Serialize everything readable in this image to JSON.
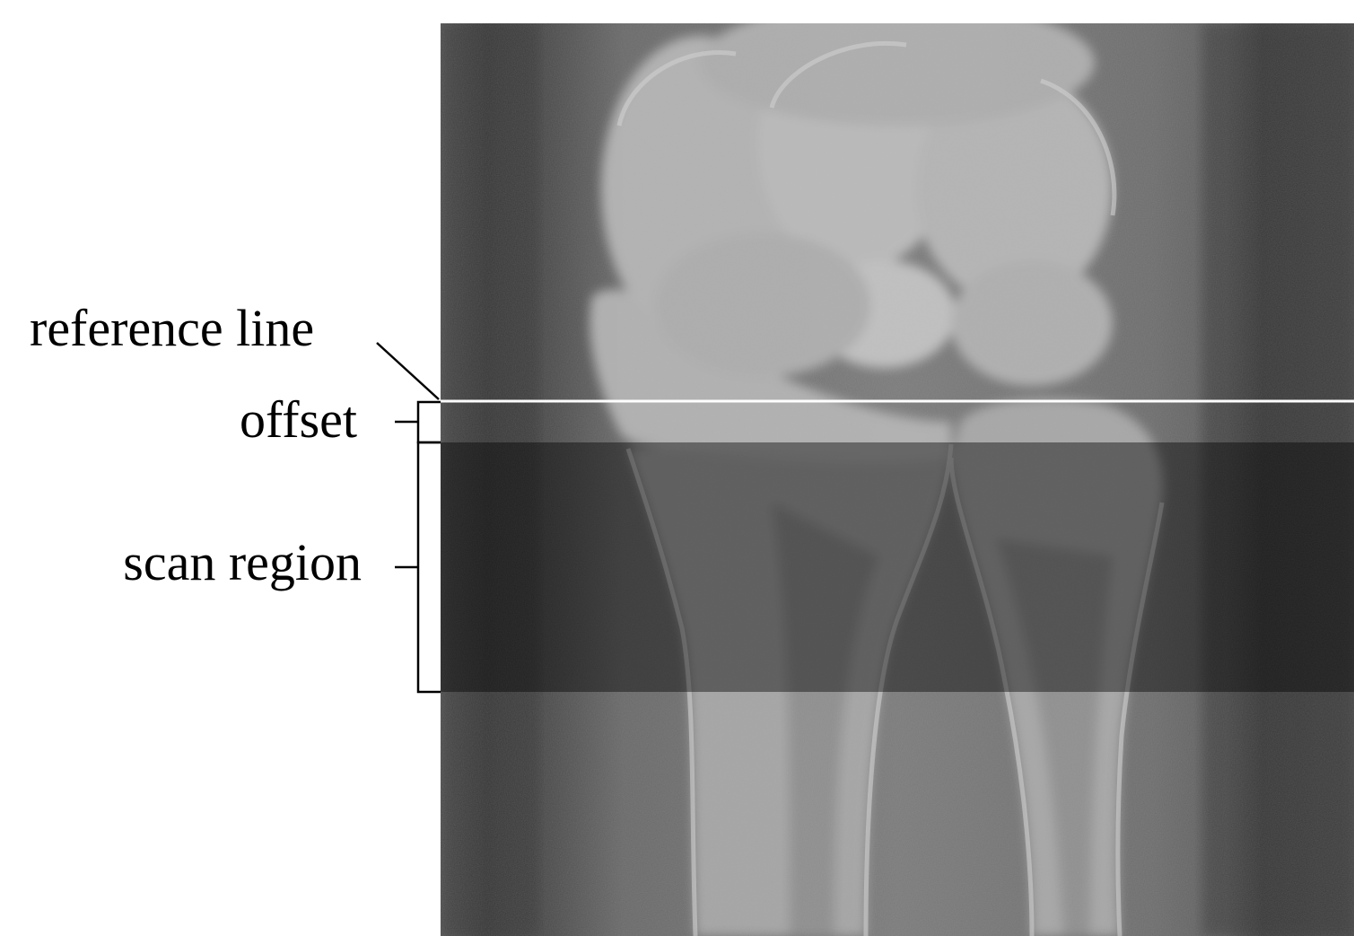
{
  "labels": {
    "reference_line": "reference line",
    "offset": "offset",
    "scan_region": "scan region"
  },
  "image": {
    "subject": "wrist radiograph (distal radius and ulna)",
    "reference_line_color": "#ffffff",
    "annotation_color": "#000000",
    "scan_region_shading": "#000000"
  }
}
